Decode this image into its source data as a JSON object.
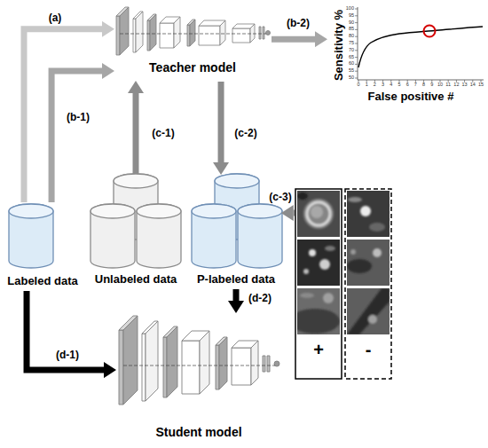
{
  "diagram": {
    "nodes": [
      {
        "text": [
          "Teacher model"
        ]
      },
      {
        "text": [
          "Sensitivity %",
          "False positive #"
        ]
      },
      {
        "text": [
          "Labeled data"
        ]
      },
      {
        "text": [
          "Unlabeled data"
        ]
      },
      {
        "text": [
          "P-labeled data"
        ]
      },
      {
        "text": [
          "+",
          "-"
        ]
      },
      {
        "text": [
          "Student model"
        ]
      }
    ],
    "edges": [
      {
        "from": 2,
        "to": 0,
        "arrow": "to",
        "label": "(a)"
      },
      {
        "from": 2,
        "to": 0,
        "arrow": "to",
        "label": "(b-1)"
      },
      {
        "from": 0,
        "to": 1,
        "arrow": "to",
        "label": "(b-2)"
      },
      {
        "from": 3,
        "to": 0,
        "arrow": "to",
        "label": "(c-1)"
      },
      {
        "from": 0,
        "to": 4,
        "arrow": "to",
        "label": "(c-2)"
      },
      {
        "from": 5,
        "to": 4,
        "arrow": "to",
        "label": "(c-3)"
      },
      {
        "from": 2,
        "to": 6,
        "arrow": "to",
        "label": "(d-1)"
      },
      {
        "from": 4,
        "to": 6,
        "arrow": "to",
        "label": "(d-2)"
      }
    ],
    "labels": [
      "100",
      "95",
      "90",
      "85",
      "80",
      "75",
      "70",
      "65",
      "60",
      "55",
      "50",
      "0",
      "1",
      "2",
      "3",
      "4",
      "5",
      "6",
      "7",
      "8",
      "9",
      "10",
      "11",
      "12",
      "13",
      "14",
      "15"
    ]
  }
}
